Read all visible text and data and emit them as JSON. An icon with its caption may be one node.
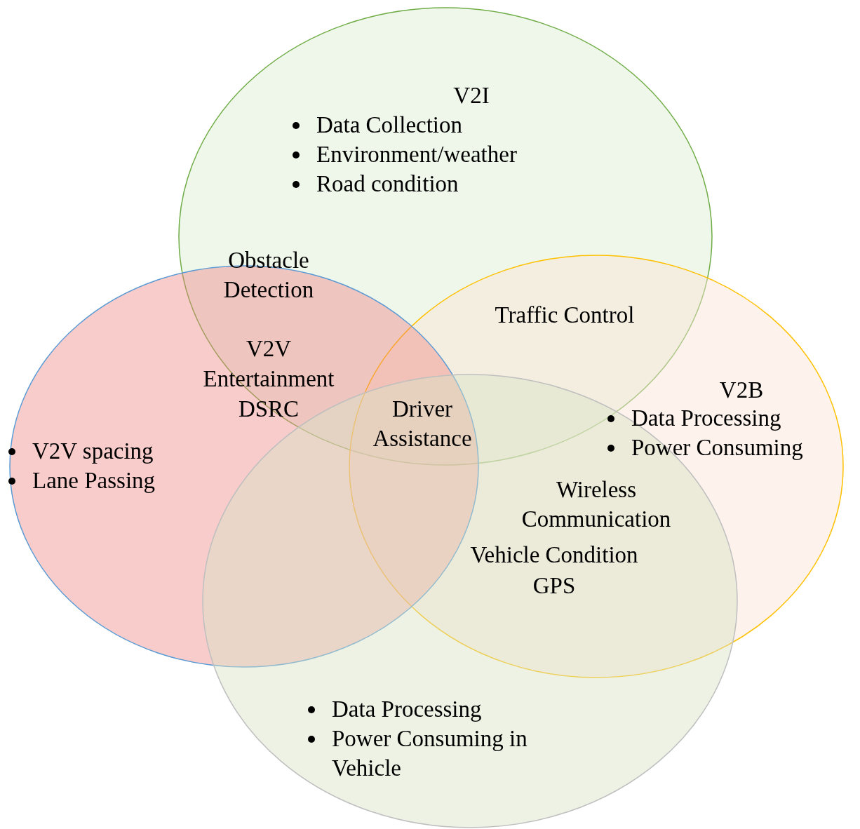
{
  "diagram": {
    "nodes": [
      {
        "text": [
          "V2I",
          "Data Collection",
          "Environment/weather",
          "Road condition"
        ]
      },
      {
        "text": [
          "V2B",
          "Data Processing",
          "Power Consuming"
        ]
      },
      {
        "text": [
          "V2V spacing",
          "Lane Passing"
        ]
      },
      {
        "text": [
          "Data Processing",
          "Power Consuming in Vehicle"
        ]
      }
    ],
    "labels": [
      "Obstacle Detection",
      "Traffic Control",
      "V2V",
      "Entertainment",
      "DSRC",
      "Driver Assistance",
      "Wireless Communication",
      "Vehicle Condition",
      "GPS"
    ]
  }
}
